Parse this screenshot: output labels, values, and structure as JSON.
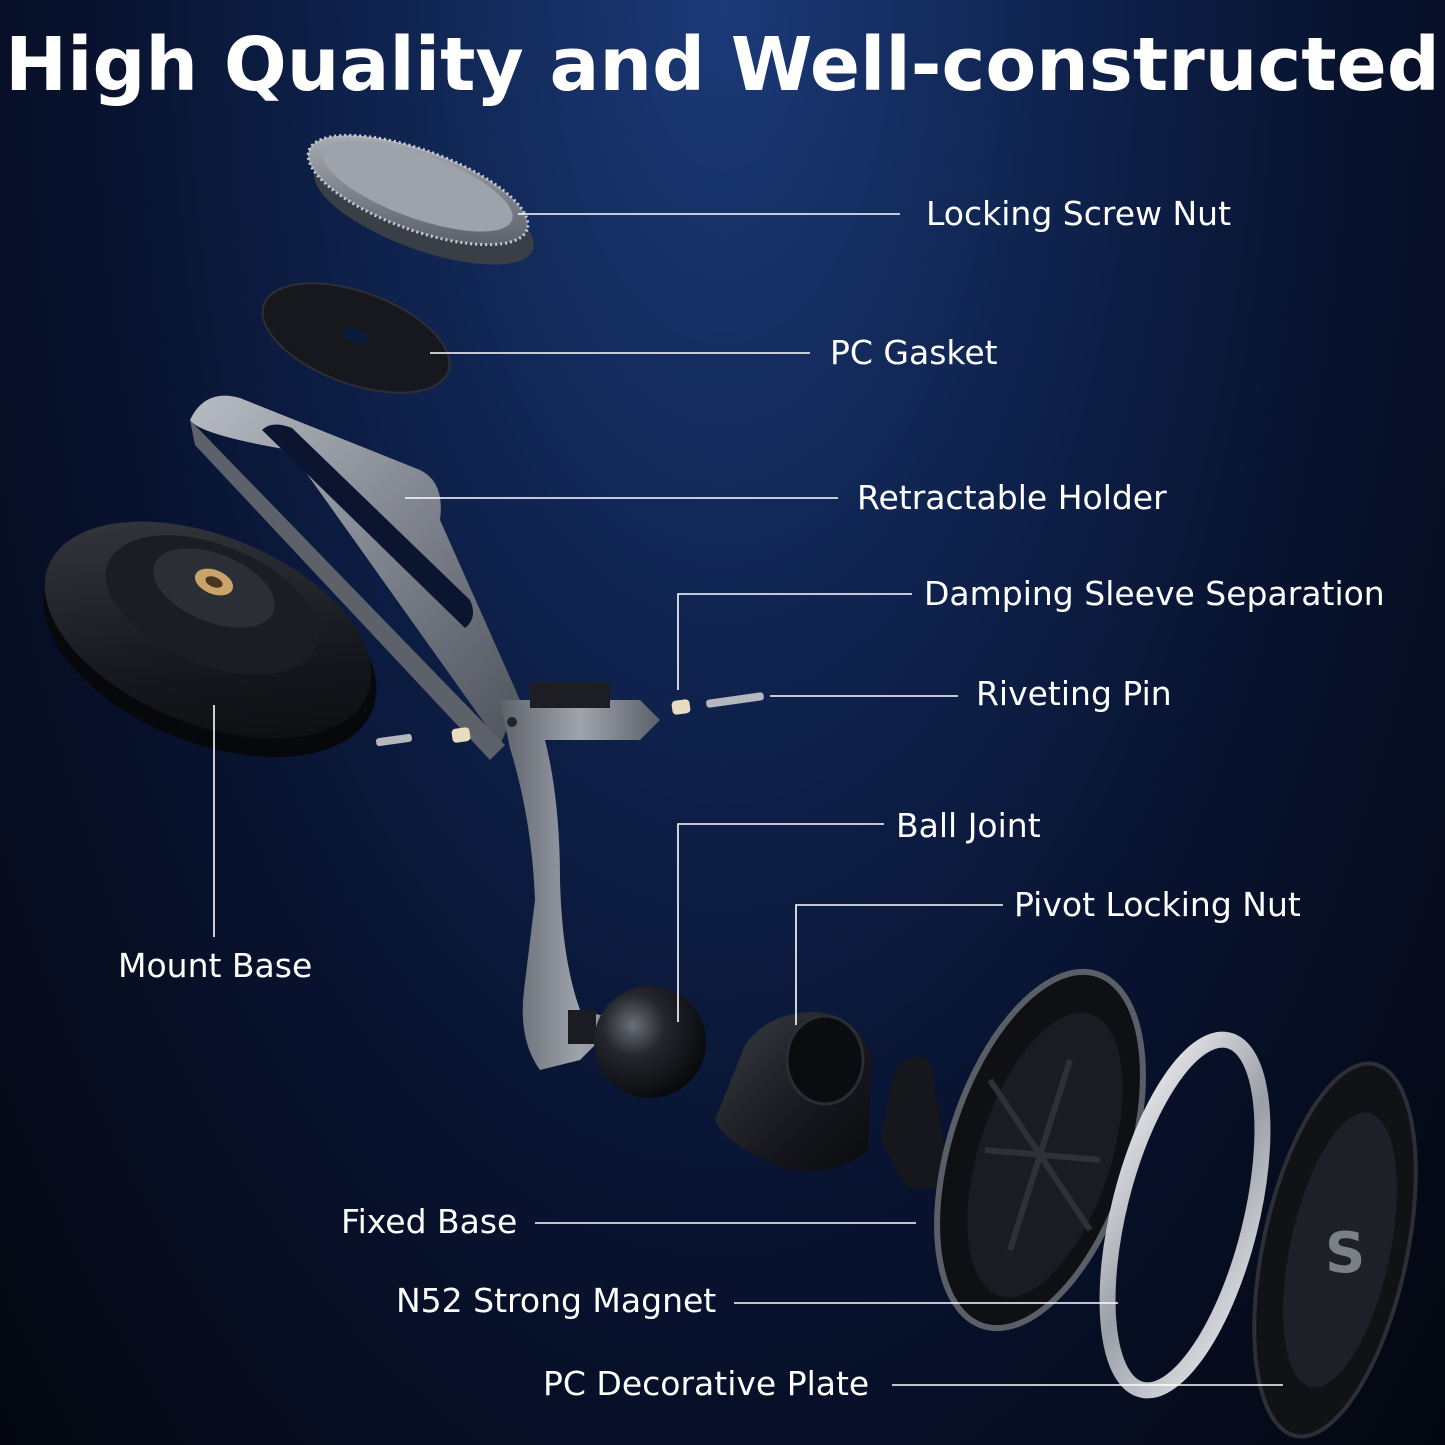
{
  "title": "High Quality and Well-constructed",
  "colors": {
    "background": "#081330",
    "text": "#ffffff",
    "leader_line": "#ffffff",
    "metal": "#8a8f99",
    "black_part": "#15171c",
    "brass": "#c9a36a"
  },
  "brand_mark": "S",
  "labels": {
    "locking_screw_nut": "Locking Screw Nut",
    "pc_gasket": "PC Gasket",
    "retractable_holder": "Retractable Holder",
    "damping_sleeve_separation": "Damping Sleeve Separation",
    "riveting_pin": "Riveting Pin",
    "ball_joint": "Ball Joint",
    "pivot_locking_nut": "Pivot Locking Nut",
    "mount_base": "Mount Base",
    "fixed_base": "Fixed Base",
    "n52_strong_magnet": "N52 Strong Magnet",
    "pc_decorative_plate": "PC Decorative Plate"
  }
}
